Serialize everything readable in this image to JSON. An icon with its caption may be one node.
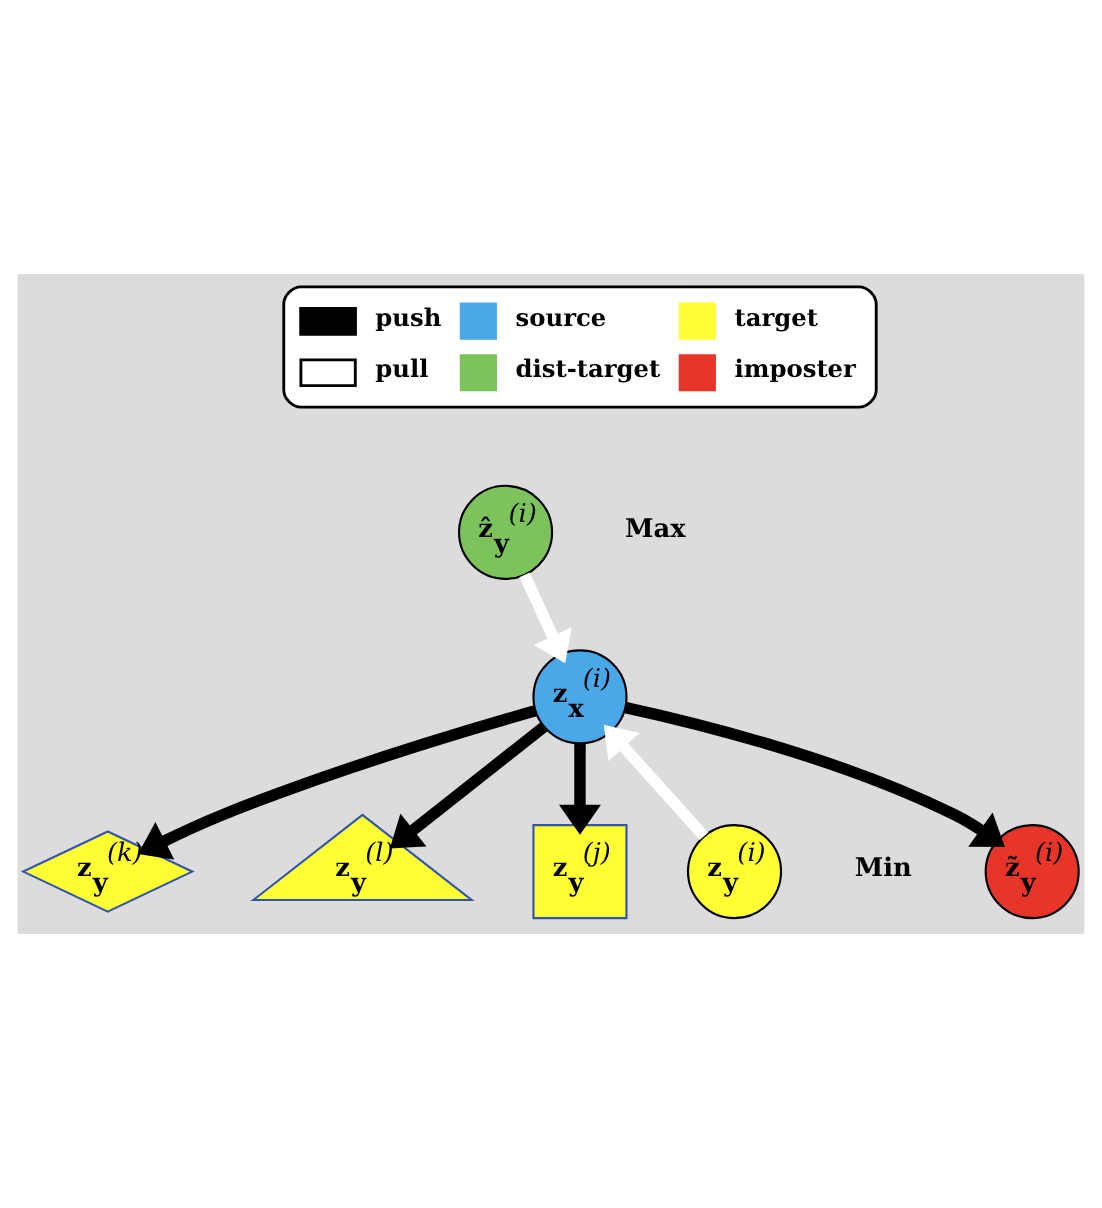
{
  "diagram": {
    "nodes": [
      {
        "text": [
          "ẑ$_{y}$$^{(i)}$"
        ]
      },
      {
        "text": [
          "z$_{x}$$^{(i)}$"
        ]
      },
      {
        "text": [
          "z$_{y}$$^{(k)}$"
        ]
      },
      {
        "text": [
          "z$_{y}$$^{(l)}$"
        ]
      },
      {
        "text": [
          "z$_{y}$$^{(j)}$"
        ]
      },
      {
        "text": [
          "z$_{y}$$^{(i)}$"
        ]
      },
      {
        "text": [
          "z̃$_{y}$$^{(i)}$"
        ]
      }
    ],
    "edges": [
      {
        "from": 0,
        "to": 1,
        "arrow": "to",
        "color": "#ffffff"
      },
      {
        "from": 1,
        "to": 2,
        "arrow": "to"
      },
      {
        "from": 1,
        "to": 3,
        "arrow": "to"
      },
      {
        "from": 1,
        "to": 4,
        "arrow": "to"
      },
      {
        "from": 1,
        "to": 6,
        "arrow": "to"
      },
      {
        "from": 5,
        "to": 1,
        "arrow": "to",
        "color": "#ffffff"
      }
    ],
    "labels": [
      "Max",
      "Min"
    ],
    "legend": [
      {
        "text": "push"
      },
      {
        "text": "source",
        "color": "#4aa8e8"
      },
      {
        "text": "target",
        "color": "#ffff33"
      },
      {
        "text": "pull"
      },
      {
        "text": "dist-target",
        "color": "#7dc35b"
      },
      {
        "text": "imposter",
        "color": "#e8352a"
      }
    ]
  }
}
